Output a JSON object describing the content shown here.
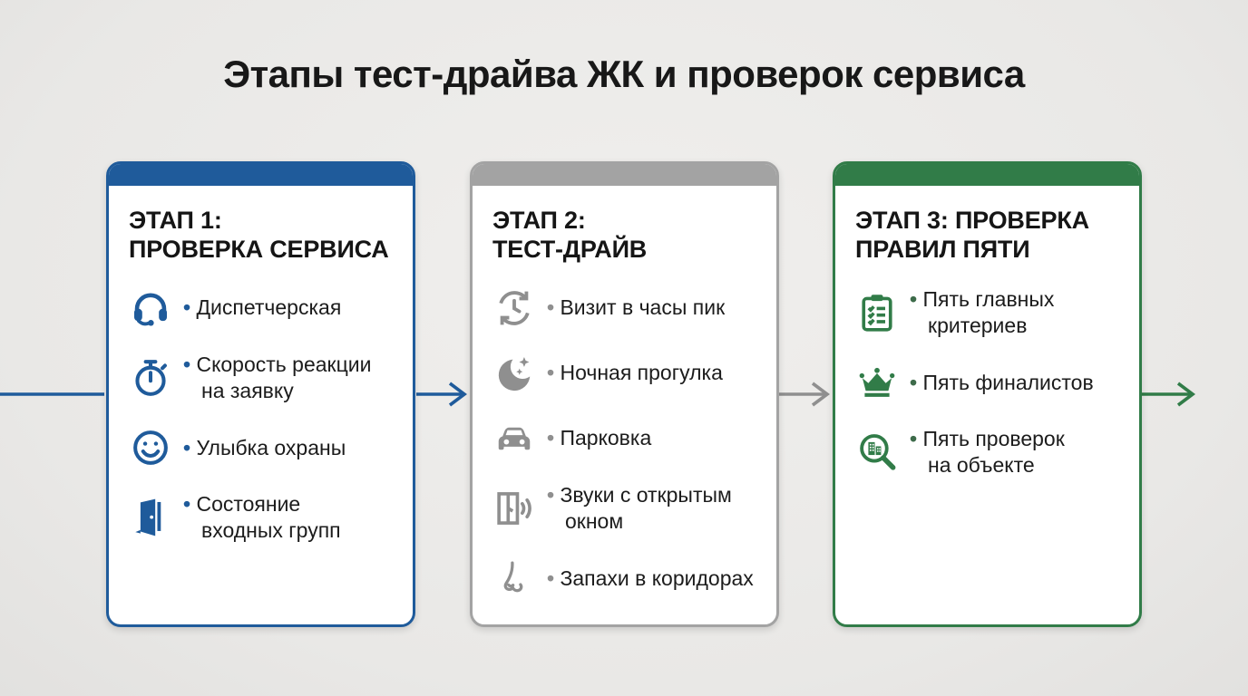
{
  "title": "Этапы тест-драйва ЖК и проверок сервиса",
  "colors": {
    "background": "#eceae8",
    "card_background": "#ffffff",
    "text": "#1c1c1c",
    "stage1_accent": "#1f5b9b",
    "stage2_accent": "#a3a3a3",
    "stage3_accent": "#317c48"
  },
  "cards": [
    {
      "id": "stage-1",
      "title": "ЭТАП 1:\nПРОВЕРКА СЕРВИСА",
      "accent": "#1f5b9b",
      "icon_color": "#1f5b9b",
      "bullet_color": "#1f5b9b",
      "items": [
        {
          "icon": "headset-icon",
          "label": "Диспетчерская"
        },
        {
          "icon": "stopwatch-icon",
          "label": "Скорость реакции\nна заявку"
        },
        {
          "icon": "smiley-icon",
          "label": "Улыбка охраны"
        },
        {
          "icon": "door-icon",
          "label": "Состояние\nвходных групп"
        }
      ]
    },
    {
      "id": "stage-2",
      "title": "ЭТАП 2:\nТЕСТ-ДРАЙВ",
      "accent": "#a3a3a3",
      "icon_color": "#8f8f8f",
      "bullet_color": "#8f8f8f",
      "items": [
        {
          "icon": "clock-refresh-icon",
          "label": "Визит в часы пик"
        },
        {
          "icon": "moon-stars-icon",
          "label": "Ночная прогулка"
        },
        {
          "icon": "car-icon",
          "label": "Парковка"
        },
        {
          "icon": "window-sound-icon",
          "label": "Звуки с открытым\nокном"
        },
        {
          "icon": "nose-icon",
          "label": "Запахи в коридорах"
        }
      ]
    },
    {
      "id": "stage-3",
      "title": "ЭТАП 3: ПРОВЕРКА\nПРАВИЛ ПЯТИ",
      "accent": "#317c48",
      "icon_color": "#317c48",
      "bullet_color": "#3d6b4a",
      "items": [
        {
          "icon": "checklist-icon",
          "label": "Пять главных\nкритериев"
        },
        {
          "icon": "crown-icon",
          "label": "Пять финалистов"
        },
        {
          "icon": "magnifier-building-icon",
          "label": "Пять проверок\nна объекте"
        }
      ]
    }
  ],
  "arrows": [
    {
      "name": "into-stage-1",
      "color": "#1f5b9b",
      "has_head": false
    },
    {
      "name": "stage-1-to-2",
      "color": "#1f5b9b",
      "has_head": true
    },
    {
      "name": "stage-2-to-3",
      "color": "#8f8f8f",
      "has_head": true
    },
    {
      "name": "out-of-stage-3",
      "color": "#317c48",
      "has_head": true
    }
  ]
}
